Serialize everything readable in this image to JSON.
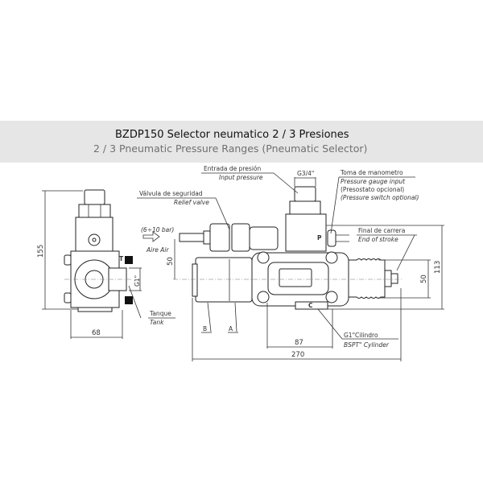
{
  "header": {
    "title": "BZDP150 Selector neumatico 2 / 3 Presiones",
    "subtitle": "2 / 3 Pneumatic Pressure Ranges (Pneumatic Selector)"
  },
  "labels": {
    "input_es": "Entrada de presión",
    "input_en": "Input pressure",
    "thread_top": "G3/4\"",
    "gauge_es": "Toma de manometro",
    "gauge_en": "Pressure gauge input",
    "switch_es": "(Presostato opcional)",
    "switch_en": "(Pressure switch optional)",
    "relief_es": "Válvula de seguridad",
    "relief_en": "Relief valve",
    "air_range": "(6÷10 bar)",
    "air": "Aire Air",
    "stroke_es": "Final de carrera",
    "stroke_en": "End of stroke",
    "tank_es": "Tanque",
    "tank_en": "Tank",
    "port_b": "B",
    "port_a": "A",
    "port_c": "C",
    "port_p": "P",
    "port_t": "T",
    "cyl_es": "G1\"Cilindro",
    "cyl_en": "BSPT\" Cylinder",
    "thread_side": "G1\""
  },
  "dimensions": {
    "height_side": "155",
    "width_side": "68",
    "air_offset": "50",
    "height_front": "113",
    "bellows": "50",
    "port_c_width": "87",
    "total_length": "270"
  }
}
